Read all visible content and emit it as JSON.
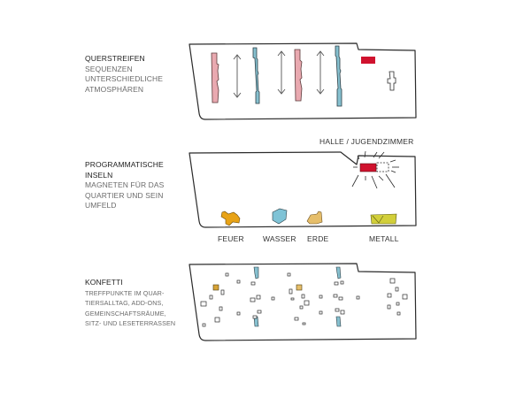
{
  "sections": [
    {
      "id": "querstreifen",
      "title": "QUERSTREIFEN",
      "description_lines": [
        "SEQUENZEN",
        "UNTERSCHIEDLICHE",
        "ATMOSPHÄREN"
      ]
    },
    {
      "id": "programmatische-inseln",
      "title_lines": [
        "PROGRAMMATISCHE",
        "INSELN"
      ],
      "description_lines": [
        "MAGNETEN FÜR DAS",
        "QUARTIER UND SEIN",
        "UMFELD"
      ],
      "highlight_label": "HALLE / JUGENDZIMMER",
      "islands": [
        {
          "label": "FEUER",
          "color": "#e8a317"
        },
        {
          "label": "WASSER",
          "color": "#7fc3d6"
        },
        {
          "label": "ERDE",
          "color": "#e6be6a"
        },
        {
          "label": "METALL",
          "color": "#d2cf3a"
        }
      ]
    },
    {
      "id": "konfetti",
      "title": "KONFETTI",
      "description_lines": [
        "TREFFPUNKTE IM  QUAR-",
        "TIERSALLTAG, ADD-ONS,",
        "GEMEINSCHAFTSRÄUME,",
        "SITZ- UND LESETERRASSEN"
      ]
    }
  ],
  "colors": {
    "pink_stripe": "#e9a9b0",
    "blue_stripe": "#86c0cf",
    "red_block": "#d0122e",
    "outline": "#2b2b2b",
    "ochre": "#d8a437"
  }
}
